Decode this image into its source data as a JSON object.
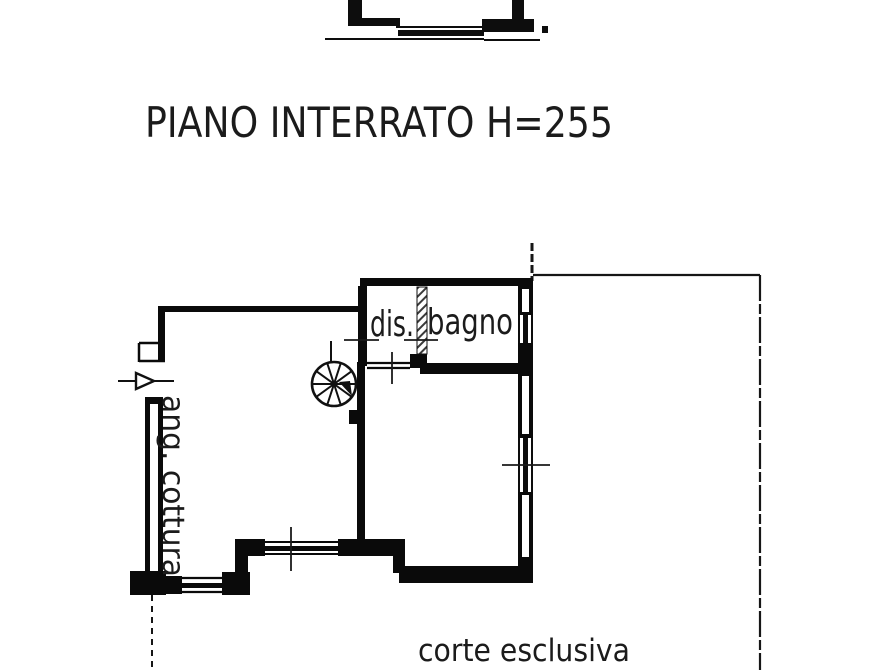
{
  "document": {
    "type": "architectural floor plan (scanned catasto drawing)",
    "title": "PIANO INTERRATO H=255",
    "floor": "piano interrato",
    "height_value": "H=255"
  },
  "plan": {
    "rooms": [
      {
        "id": "disimpegno",
        "label": "dis."
      },
      {
        "id": "bagno",
        "label": "bagno"
      },
      {
        "id": "angolo-cottura",
        "label": "ang. cottura"
      },
      {
        "id": "corte-esclusiva",
        "label": "corte esclusiva"
      }
    ],
    "features": [
      "spiral-staircase",
      "entrance-door-arrow",
      "window-symbols",
      "door-centerline-marks",
      "courtyard-boundary-line",
      "upper-floor-fragment-at-top"
    ],
    "colors": {
      "ink": "#111111",
      "paper": "#ffffff"
    }
  }
}
